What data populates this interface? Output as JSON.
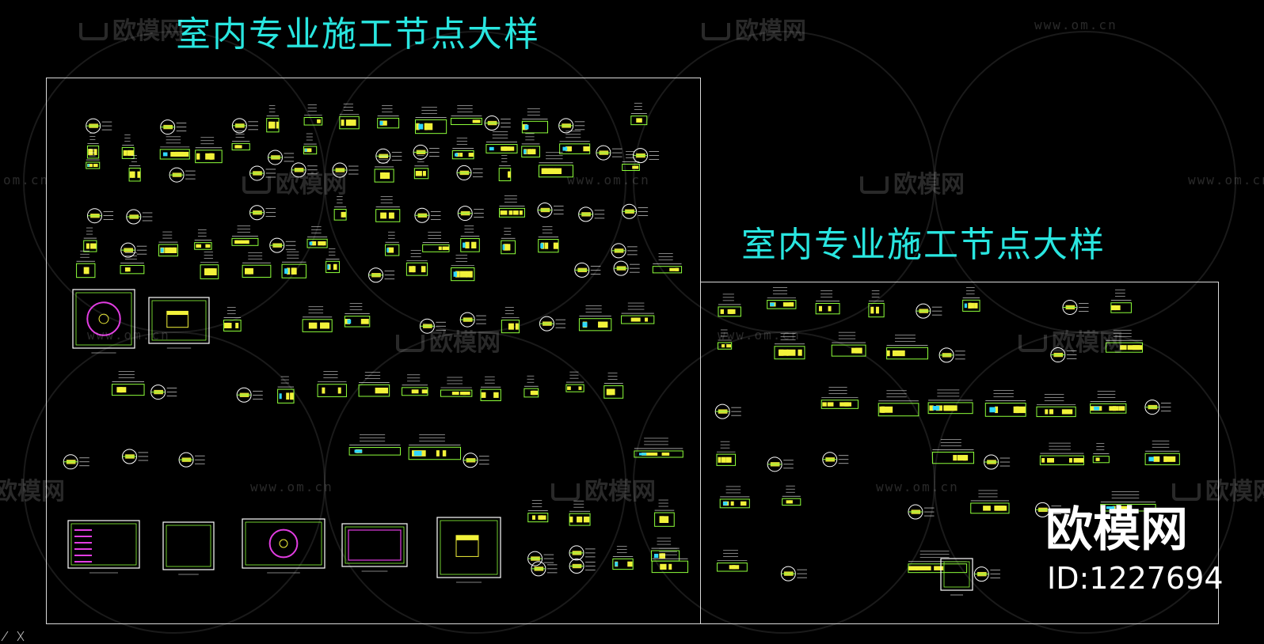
{
  "sheets": {
    "left_title": "室内专业施工节点大样",
    "right_title": "室内专业施工节点大样"
  },
  "watermark": {
    "logo_text": "欧模网",
    "url_text": "www.om.cn",
    "url_fragment": "om.cn"
  },
  "stamp": {
    "logo_text": "欧模网",
    "id_text": "ID:1227694"
  },
  "colors": {
    "background": "#000000",
    "title": "#29e6e0",
    "frame": "#d9d9d9",
    "detail_line": "#8dff3a",
    "detail_fill": "#f2f23a",
    "detail_accent": "#e23de2",
    "detail_white": "#ffffff"
  },
  "icons": [
    "sofa-logo-icon",
    "ucs-axis-icon"
  ]
}
